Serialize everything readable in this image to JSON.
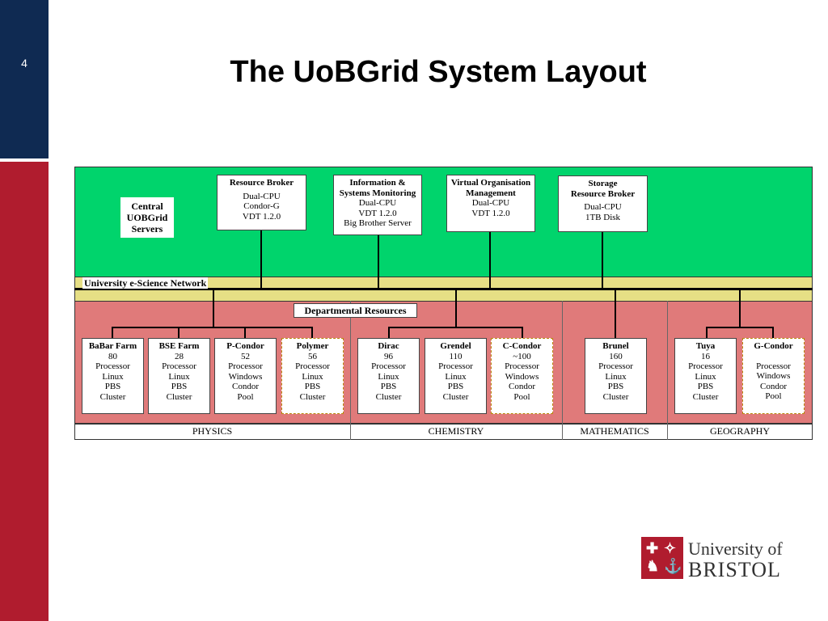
{
  "slide": {
    "number": "4",
    "title": "The UoBGrid System Layout"
  },
  "central": {
    "label_lines": [
      "Central",
      "UOBGrid",
      "Servers"
    ]
  },
  "servers": [
    {
      "lines": [
        "Resource Broker",
        "Dual-CPU",
        "Condor-G",
        "VDT 1.2.0"
      ]
    },
    {
      "lines": [
        "Information &",
        "Systems Monitoring",
        "Dual-CPU",
        "VDT 1.2.0",
        "Big Brother Server"
      ]
    },
    {
      "lines": [
        "Virtual Organisation",
        "Management",
        "Dual-CPU",
        "VDT 1.2.0"
      ]
    },
    {
      "lines": [
        "Storage",
        "Resource Broker",
        "Dual-CPU",
        "1TB Disk"
      ]
    }
  ],
  "network_label": "University e-Science Network",
  "departmental_label": "Departmental Resources",
  "resources": [
    {
      "name": "BaBar Farm",
      "lines": [
        "80",
        "Processor",
        "Linux",
        "PBS",
        "Cluster"
      ]
    },
    {
      "name": "BSE Farm",
      "lines": [
        "28",
        "Processor",
        "Linux",
        "PBS",
        "Cluster"
      ]
    },
    {
      "name": "P-Condor",
      "lines": [
        "52",
        "Processor",
        "Windows",
        "Condor",
        "Pool"
      ]
    },
    {
      "name": "Polymer",
      "lines": [
        "56",
        "Processor",
        "Linux",
        "PBS",
        "Cluster"
      ]
    },
    {
      "name": "Dirac",
      "lines": [
        "96",
        "Processor",
        "Linux",
        "PBS",
        "Cluster"
      ]
    },
    {
      "name": "Grendel",
      "lines": [
        "110",
        "Processor",
        "Linux",
        "PBS",
        "Cluster"
      ]
    },
    {
      "name": "C-Condor",
      "lines": [
        "~100",
        "Processor",
        "Windows",
        "Condor",
        "Pool"
      ]
    },
    {
      "name": "Brunel",
      "lines": [
        "160",
        "Processor",
        "Linux",
        "PBS",
        "Cluster"
      ]
    },
    {
      "name": "Tuya",
      "lines": [
        "16",
        "Processor",
        "Linux",
        "PBS",
        "Cluster"
      ]
    },
    {
      "name": "G-Condor",
      "lines": [
        "Processor",
        "Windows",
        "Condor",
        "Pool"
      ]
    }
  ],
  "departments": [
    "PHYSICS",
    "CHEMISTRY",
    "MATHEMATICS",
    "GEOGRAPHY"
  ],
  "logo": {
    "line1": "University of",
    "line2": "BRISTOL"
  },
  "colors": {
    "servers_zone": "#00d46c",
    "network_band": "#e6df85",
    "departments_zone": "#e07a7a",
    "sidebar_top": "#0f2a52",
    "sidebar_bottom": "#b01c2e"
  }
}
